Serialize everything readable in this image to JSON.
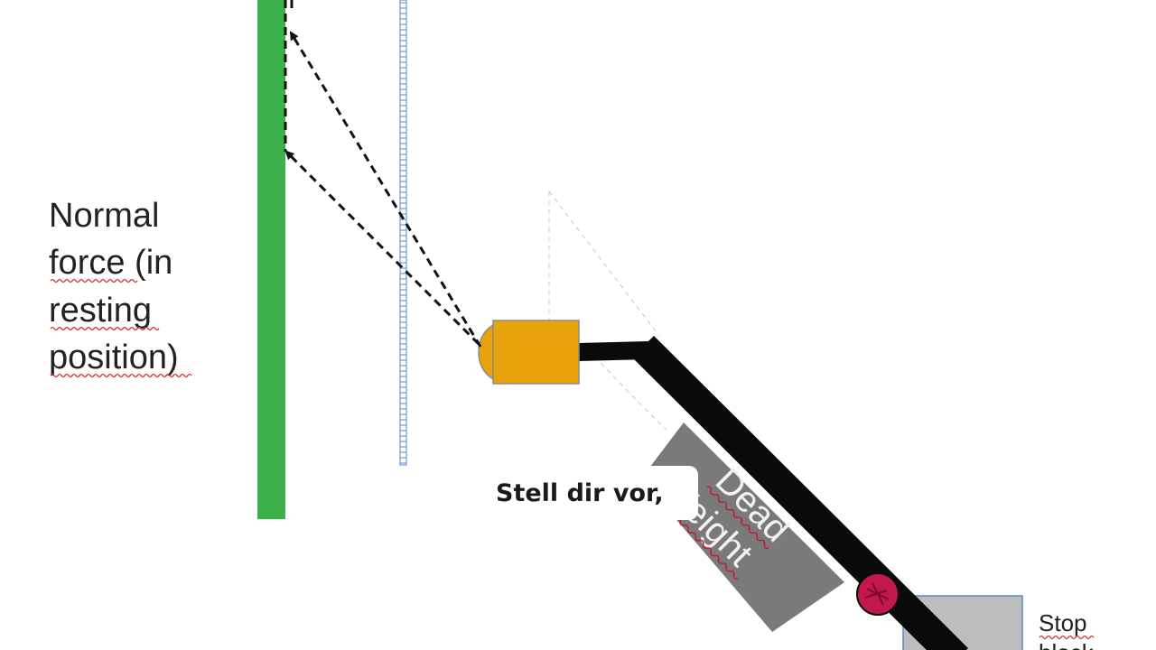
{
  "labels": {
    "normal_force": [
      "Normal",
      "force (in",
      "resting",
      "position)"
    ],
    "dead_weight": [
      "Dead",
      "Weight"
    ],
    "stop_block": [
      "Stop",
      "block"
    ]
  },
  "caption": {
    "text": "Stell dir vor,"
  },
  "colors": {
    "wall": "#3cb04a",
    "sensor": "#e8a20c",
    "arm": "#0a0a0a",
    "dead_weight": "#7a7a7a",
    "pivot": "#c2184b",
    "stop_block": "#bdbdbd",
    "guide_line": "#5b86c9"
  }
}
